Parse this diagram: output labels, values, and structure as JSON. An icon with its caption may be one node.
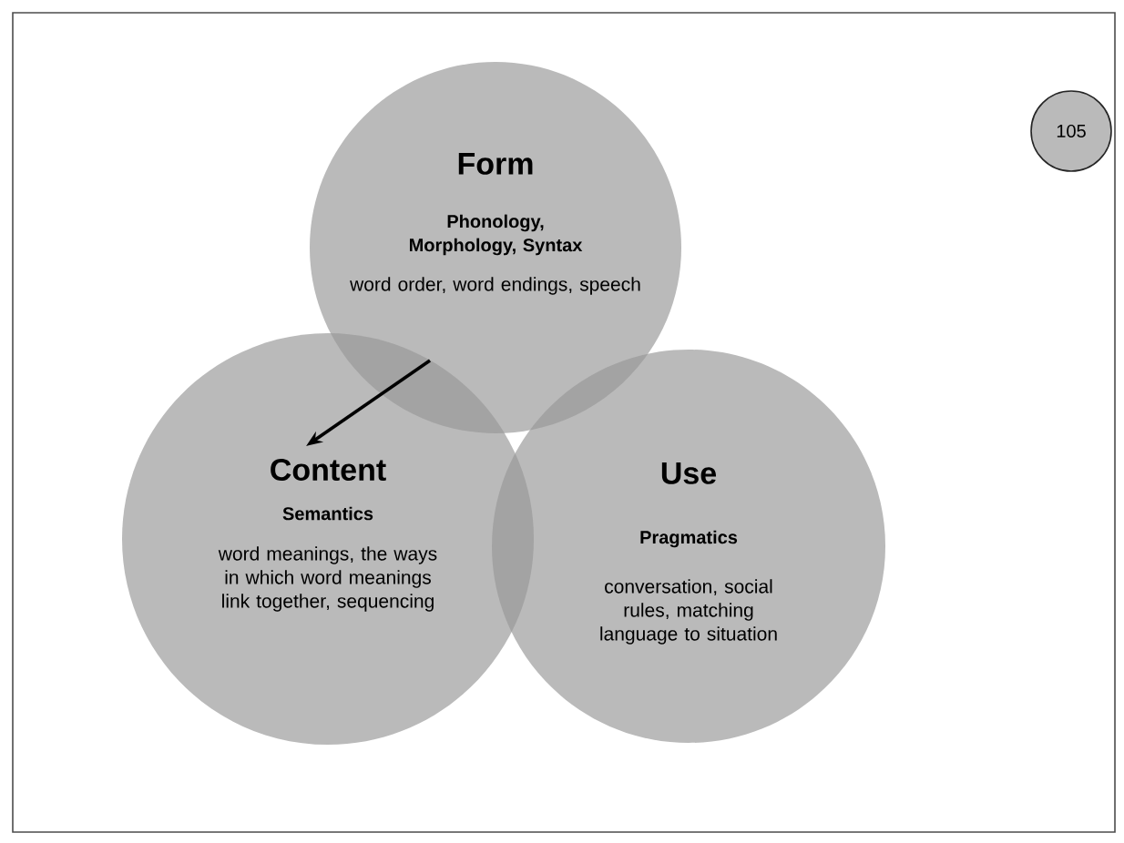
{
  "diagram": {
    "nodes": [
      {
        "text": [
          "Form",
          "Phonology, Morphology, Syntax",
          "word order, word endings, speech"
        ]
      },
      {
        "text": [
          "Content",
          "Semantics",
          "word meanings, the ways in which word meanings link together, sequencing"
        ]
      },
      {
        "text": [
          "Use",
          "Pragmatics",
          "conversation, social rules, matching language to situation"
        ]
      },
      {
        "text": [
          "105"
        ]
      }
    ],
    "edges": [
      {
        "from": 0,
        "to": 1,
        "arrow": "to"
      }
    ]
  }
}
